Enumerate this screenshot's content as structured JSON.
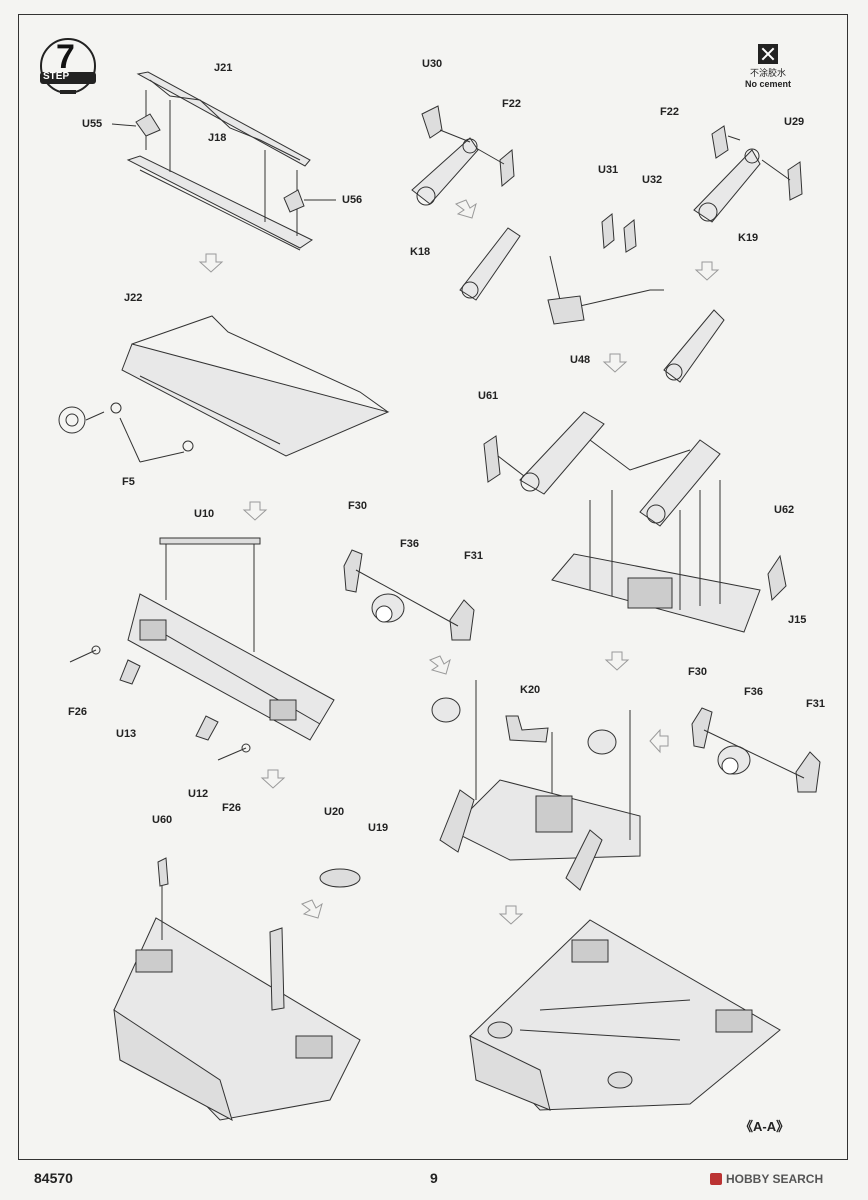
{
  "step": {
    "number": "7",
    "word": "STEP"
  },
  "no_cement": {
    "chinese": "不涂胶水",
    "english": "No cement"
  },
  "parts": {
    "J21": "J21",
    "U55": "U55",
    "J18": "J18",
    "U56": "U56",
    "J22": "J22",
    "F5": "F5",
    "U10": "U10",
    "F26a": "F26",
    "U13": "U13",
    "U12": "U12",
    "F26b": "F26",
    "U60": "U60",
    "U20": "U20",
    "U19": "U19",
    "U30": "U30",
    "F22a": "F22",
    "K18": "K18",
    "F22b": "F22",
    "U29": "U29",
    "K19": "K19",
    "U31": "U31",
    "U32": "U32",
    "U48": "U48",
    "U61": "U61",
    "U62": "U62",
    "J15": "J15",
    "F30a": "F30",
    "F36a": "F36",
    "F31a": "F31",
    "K20": "K20",
    "F30b": "F30",
    "F36b": "F36",
    "F31b": "F31"
  },
  "section_mark": "《A-A》",
  "footer": {
    "code": "84570",
    "page": "9",
    "brand": "HOBBY SEARCH"
  }
}
